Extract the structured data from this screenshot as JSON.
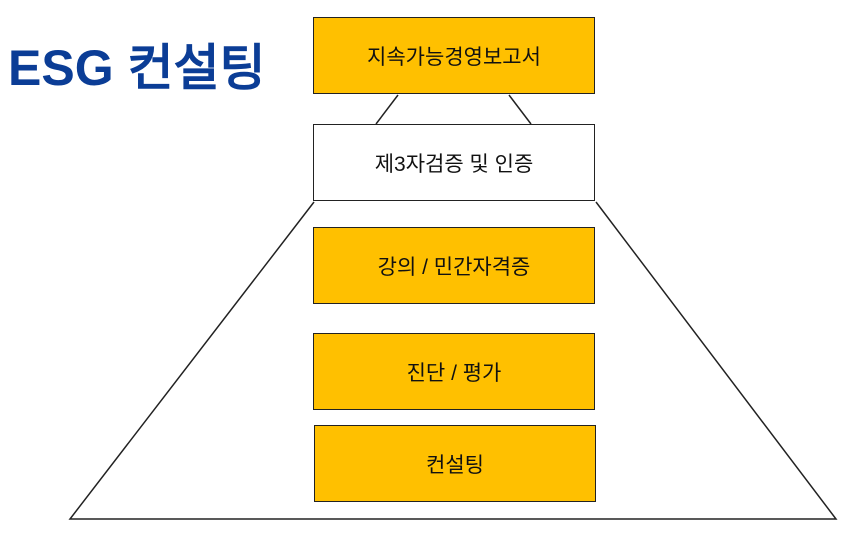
{
  "title": "ESG 컨설팅",
  "boxes": [
    {
      "label": "지속가능경영보고서",
      "color": "#FFC000"
    },
    {
      "label": "제3자검증 및 인증",
      "color": "#FFFFFF"
    },
    {
      "label": "강의 / 민간자격증",
      "color": "#FFC000"
    },
    {
      "label": "진단 / 평가",
      "color": "#FFC000"
    },
    {
      "label": "컨설팅",
      "color": "#FFC000"
    }
  ],
  "title_color": "#0B3D96"
}
